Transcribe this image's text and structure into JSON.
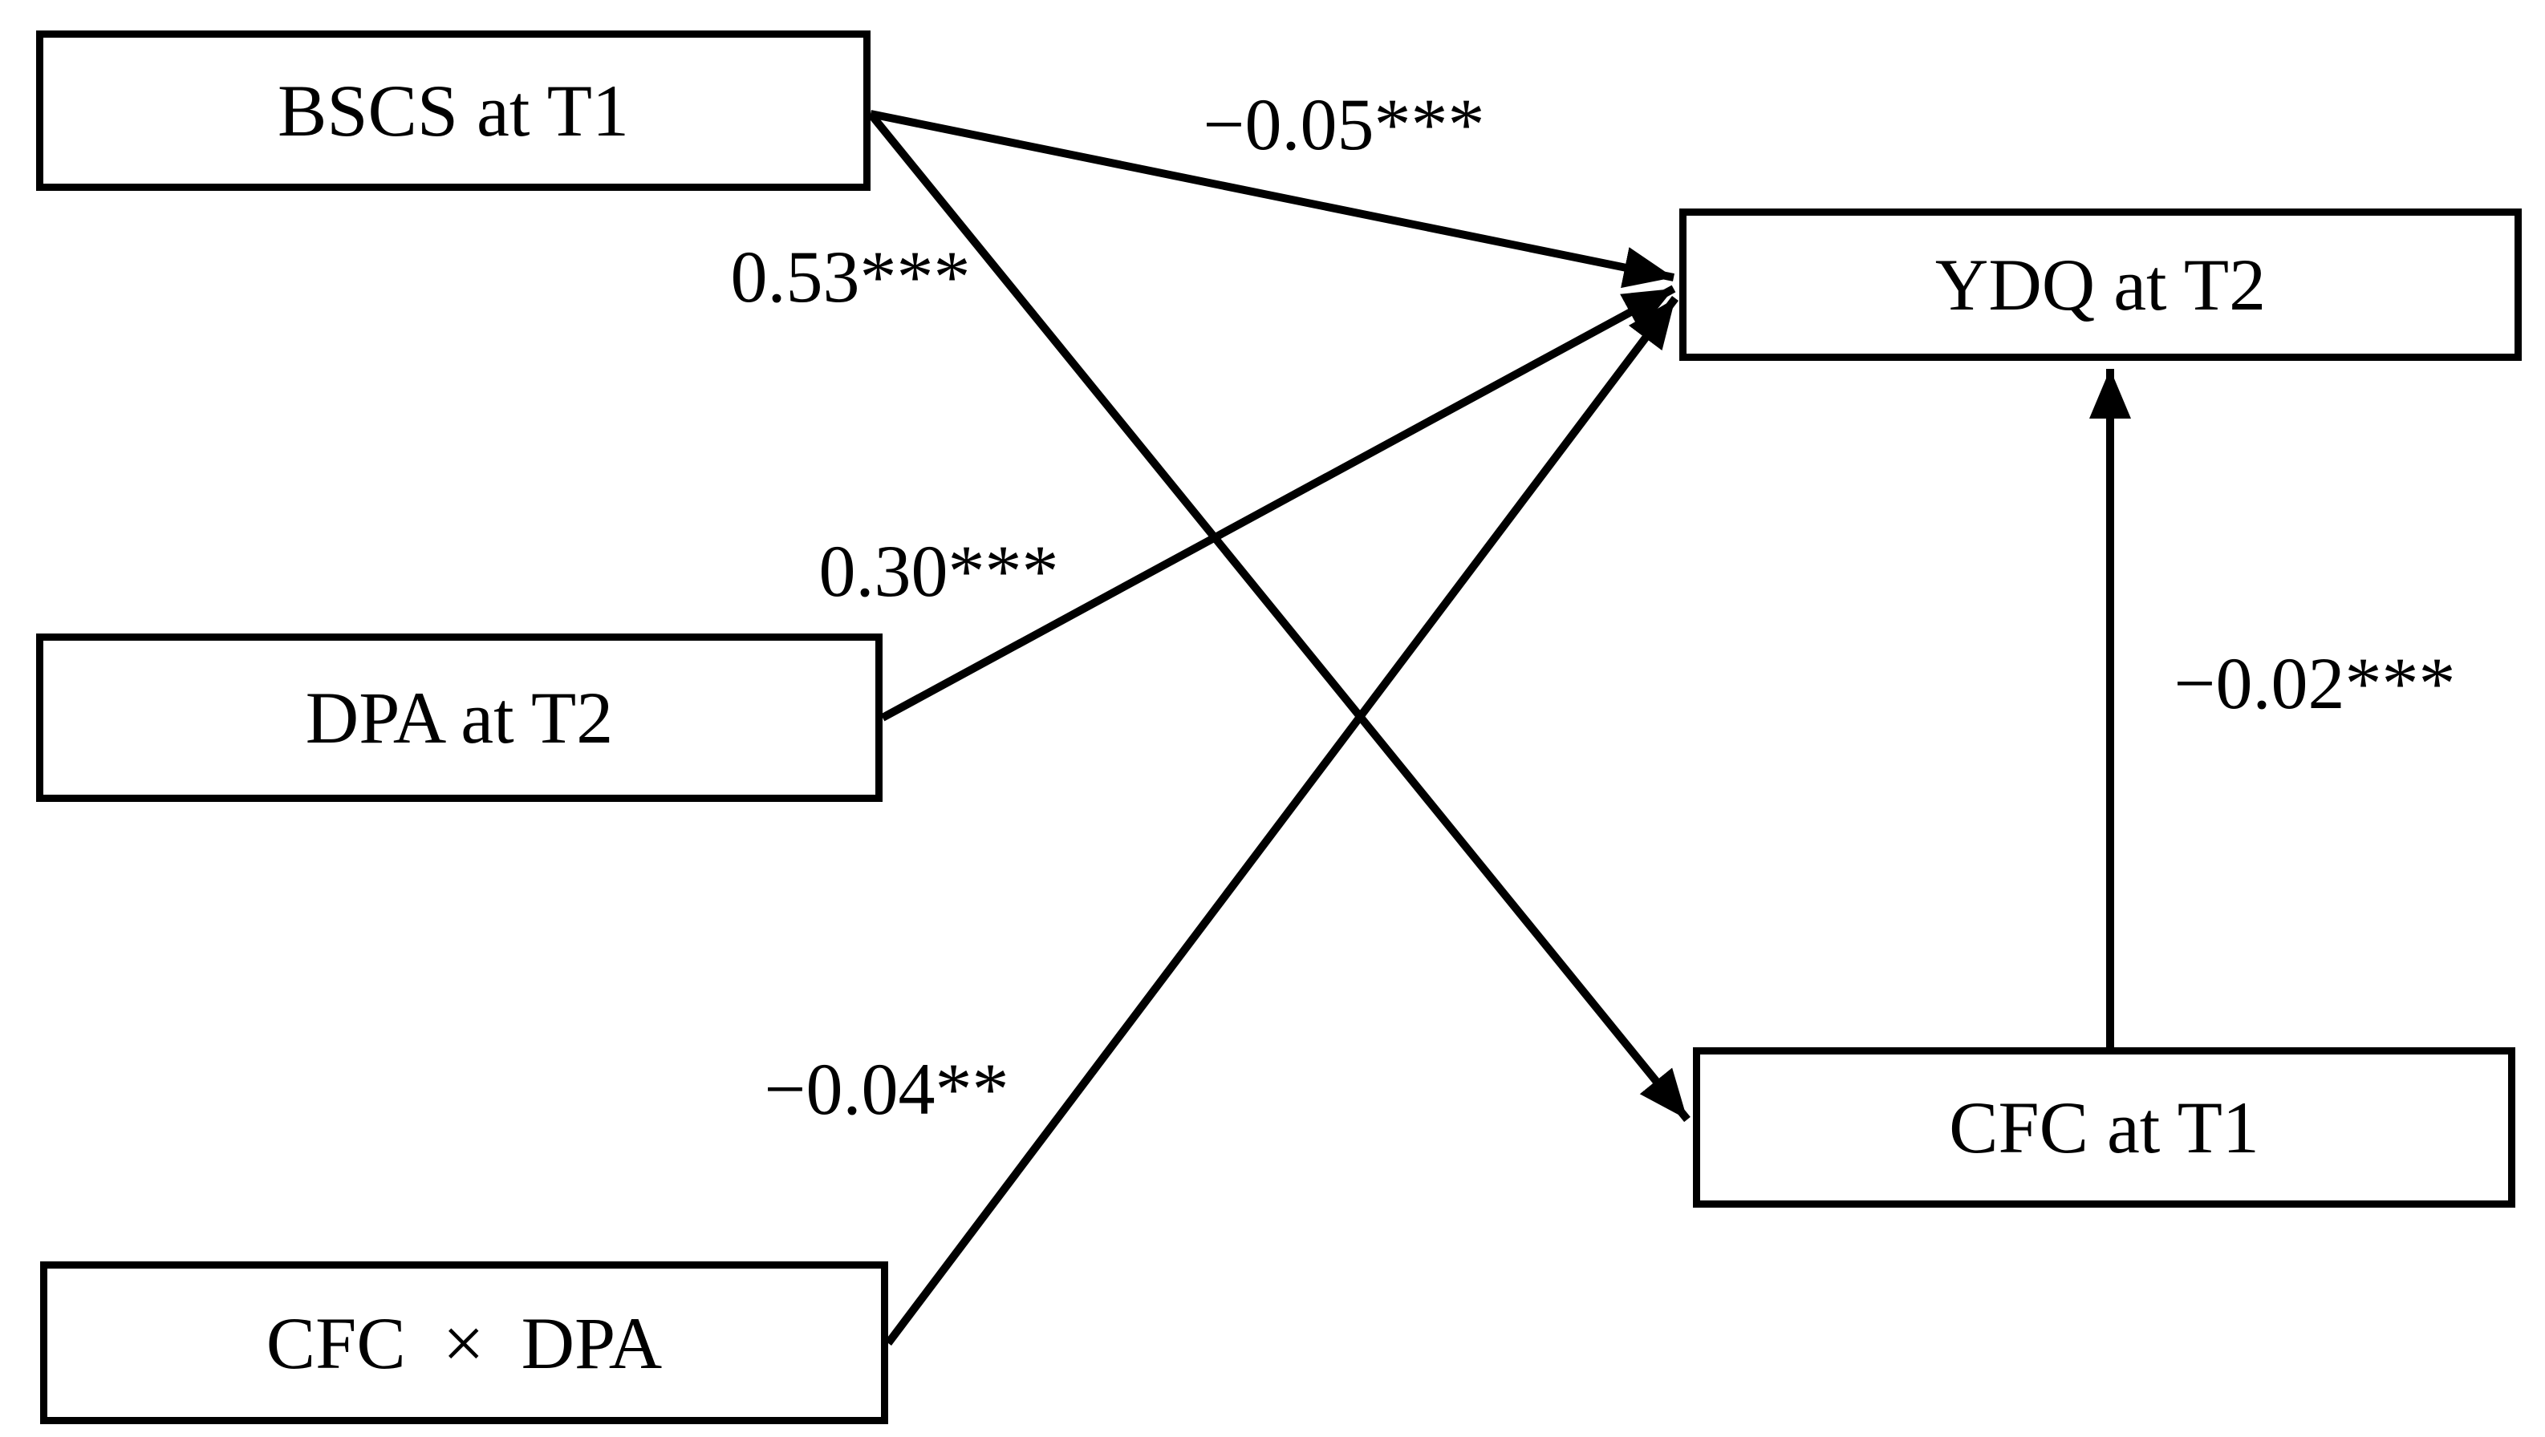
{
  "figure": {
    "type": "path-model-diagram",
    "background_color": "#ffffff",
    "line_color": "#000000",
    "text_color": "#000000",
    "nodes": [
      {
        "id": "bscs",
        "label": "BSCS at T1"
      },
      {
        "id": "dpa",
        "label": "DPA at T2"
      },
      {
        "id": "cfc_dpa",
        "label": "CFC × DPA"
      },
      {
        "id": "ydq",
        "label": "YDQ at T2"
      },
      {
        "id": "cfc",
        "label": "CFC at T1"
      }
    ],
    "edges": [
      {
        "from": "BSCS at T1",
        "to": "YDQ at T2",
        "coefficient": "−0.05***"
      },
      {
        "from": "BSCS at T1",
        "to": "CFC at T1",
        "coefficient": "0.53***"
      },
      {
        "from": "DPA at T2",
        "to": "YDQ at T2",
        "coefficient": "0.30***"
      },
      {
        "from": "CFC × DPA",
        "to": "YDQ at T2",
        "coefficient": "−0.04**"
      },
      {
        "from": "CFC at T1",
        "to": "YDQ at T2",
        "coefficient": "−0.02***"
      }
    ]
  }
}
